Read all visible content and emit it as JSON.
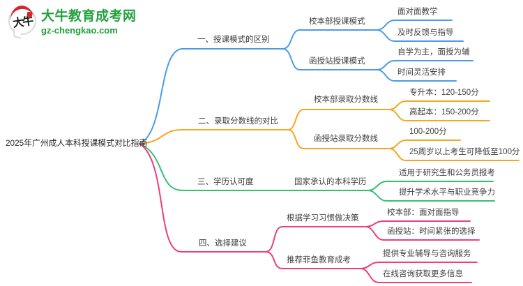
{
  "logo": {
    "icon_text": "大牛",
    "site_name": "大牛教育成考网",
    "site_url": "gz-chengkao.com"
  },
  "root": {
    "title": "2025年广州成人本科授课模式对比指南"
  },
  "colors": {
    "branch1_blue": "#4a9be8",
    "branch2_orange": "#f5a623",
    "branch3_green": "#33c073",
    "branch4_pink": "#ed3e7d",
    "logo_green": "#23a13e",
    "logo_red": "#d6252b",
    "text": "#3f3f3f"
  },
  "branches": [
    {
      "label": "一、授课模式的区别",
      "color": "#4a9be8",
      "children": [
        {
          "label": "校本部授课模式",
          "children": [
            {
              "label": "面对面教学"
            },
            {
              "label": "及时反馈与指导"
            }
          ]
        },
        {
          "label": "函授站授课模式",
          "children": [
            {
              "label": "自学为主，面授为辅"
            },
            {
              "label": "时间灵活安排"
            }
          ]
        }
      ]
    },
    {
      "label": "二、录取分数线的对比",
      "color": "#f5a623",
      "children": [
        {
          "label": "校本部录取分数线",
          "children": [
            {
              "label": "专升本：120-150分"
            },
            {
              "label": "高起本：150-200分"
            }
          ]
        },
        {
          "label": "函授站录取分数线",
          "children": [
            {
              "label": "100-200分"
            },
            {
              "label": "25周岁以上考生可降低至100分"
            }
          ]
        }
      ]
    },
    {
      "label": "三、学历认可度",
      "color": "#33c073",
      "children": [
        {
          "label": "国家承认的本科学历",
          "children": [
            {
              "label": "适用于研究生和公务员报考"
            },
            {
              "label": "提升学术水平与职业竞争力"
            }
          ]
        }
      ]
    },
    {
      "label": "四、选择建议",
      "color": "#ed3e7d",
      "children": [
        {
          "label": "根据学习习惯做决策",
          "children": [
            {
              "label": "校本部：面对面指导"
            },
            {
              "label": "函授站：时间紧张的选择"
            }
          ]
        },
        {
          "label": "推荐菲鱼教育成考",
          "children": [
            {
              "label": "提供专业辅导与咨询服务"
            },
            {
              "label": "在线咨询获取更多信息"
            }
          ]
        }
      ]
    }
  ]
}
